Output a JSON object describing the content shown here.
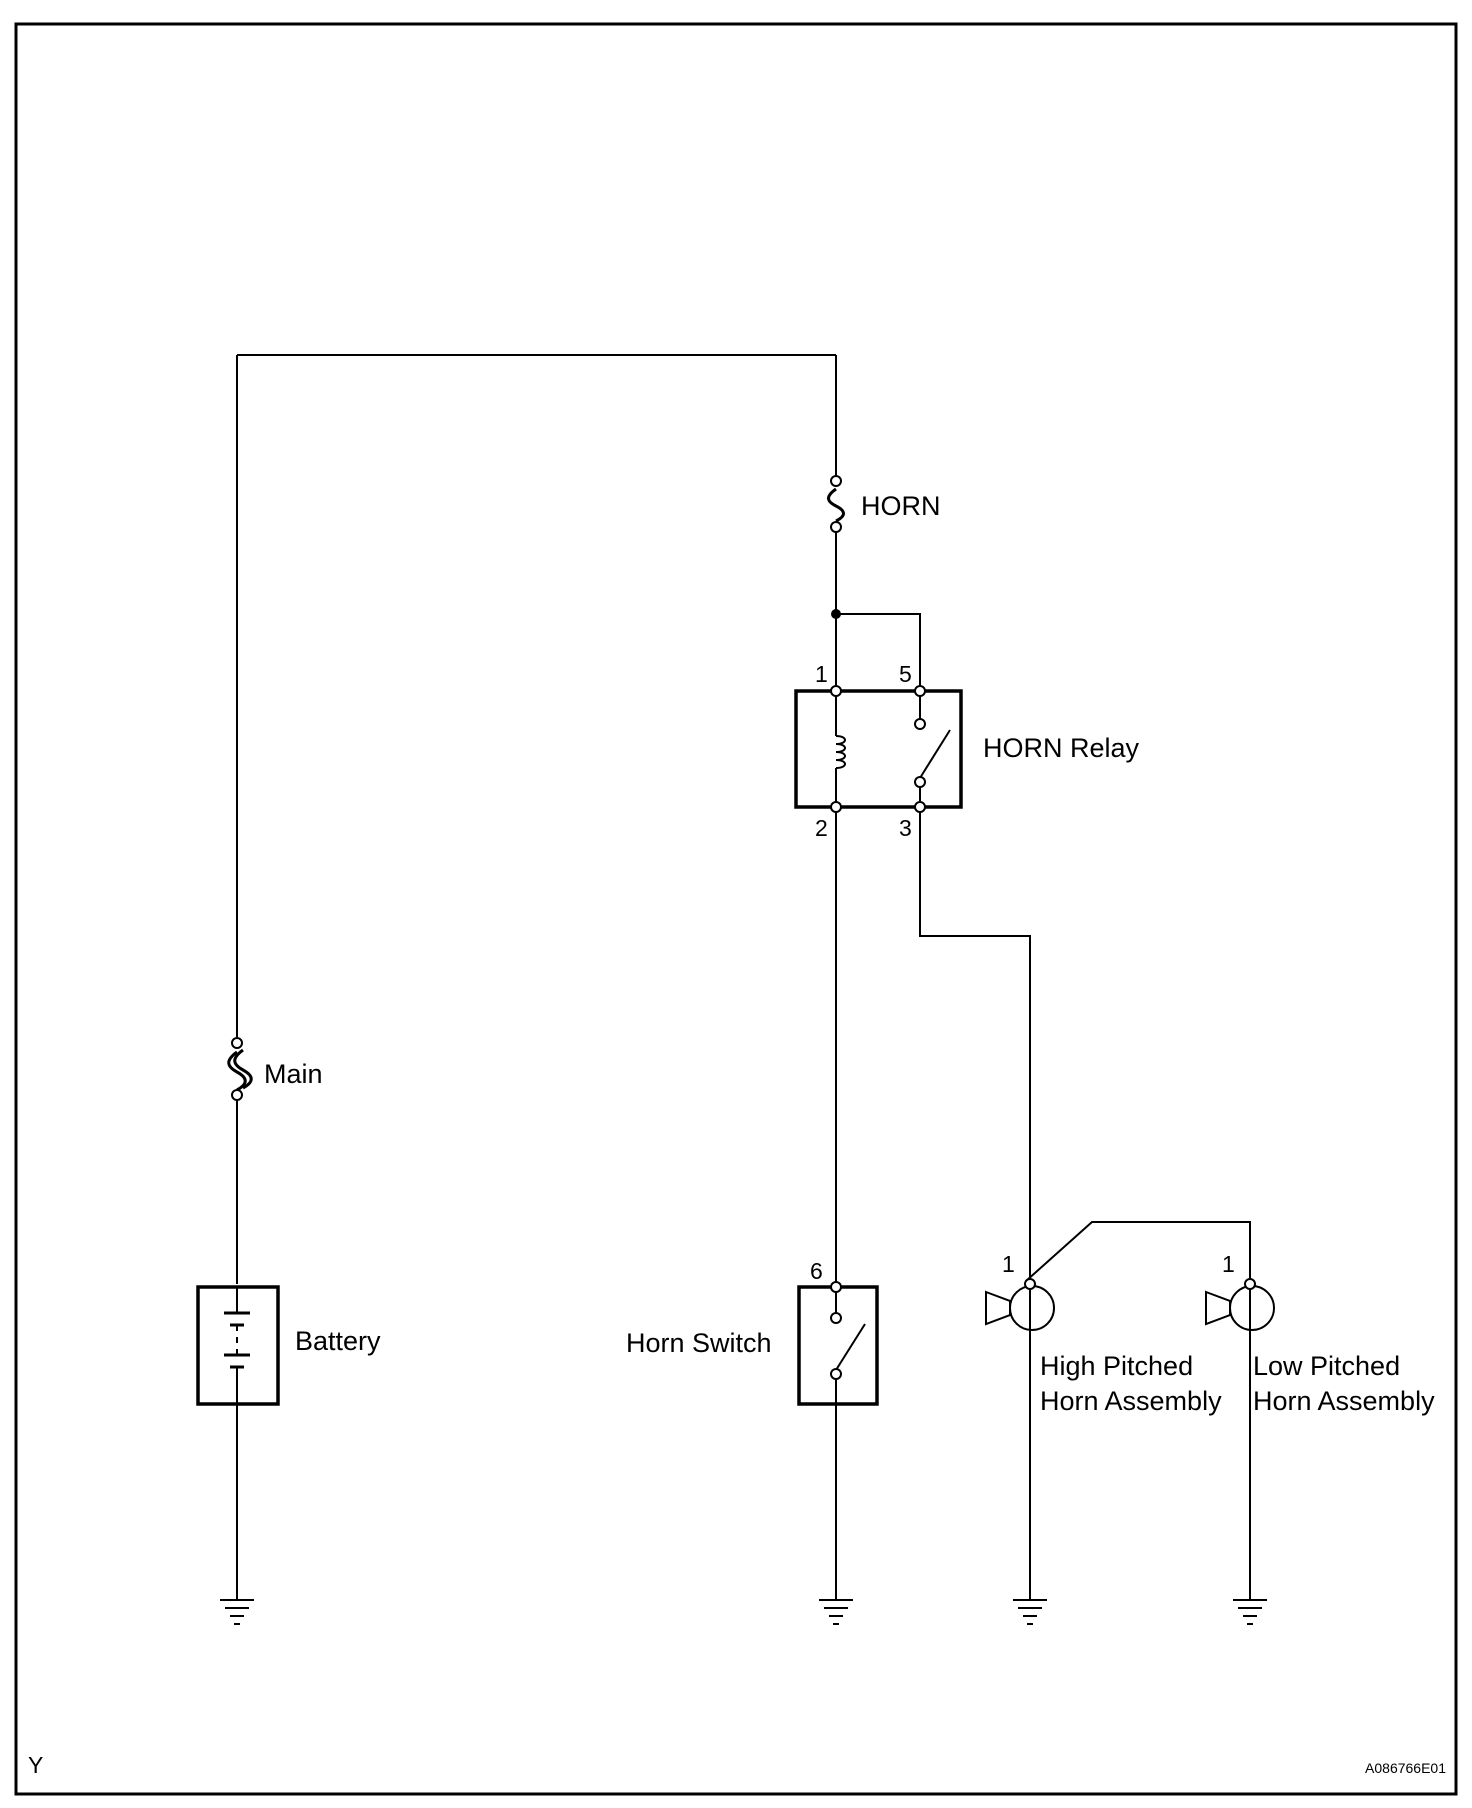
{
  "labels": {
    "horn_fuse": "HORN",
    "main_fuse": "Main",
    "horn_relay": "HORN Relay",
    "battery": "Battery",
    "horn_switch": "Horn Switch",
    "high_horn": [
      "High Pitched",
      "Horn Assembly"
    ],
    "low_horn": [
      "Low Pitched",
      "Horn Assembly"
    ]
  },
  "pins": {
    "relay_1": "1",
    "relay_5": "5",
    "relay_2": "2",
    "relay_3": "3",
    "switch_6": "6",
    "high_horn_1": "1",
    "low_horn_1": "1"
  },
  "corner_codes": {
    "bottom_left": "Y",
    "bottom_right": "A086766E01"
  },
  "colors": {
    "line": "#000000",
    "background": "#ffffff"
  }
}
